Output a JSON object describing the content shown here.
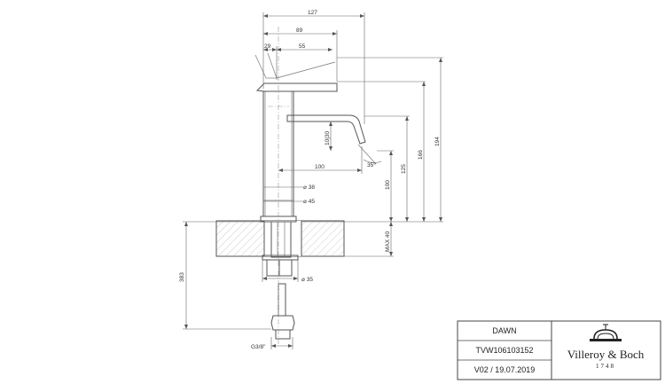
{
  "dimensions": {
    "w127": "127",
    "w89": "89",
    "w29": "29",
    "w55": "55",
    "h194": "194",
    "h166": "166",
    "h125": "125",
    "h100": "100",
    "d100": "100",
    "angle35": "35°",
    "d10_30": "10|30",
    "dia38": "⌀ 38",
    "dia45": "⌀ 45",
    "max40": "MAX 40",
    "dia35": "⌀ 35",
    "h383": "383",
    "g38": "G3/8\""
  },
  "title_block": {
    "product": "DAWN",
    "code": "TVW106103152",
    "version": "V02 / 19.07.2019",
    "brand": "Villeroy & Boch",
    "year": "1748"
  }
}
